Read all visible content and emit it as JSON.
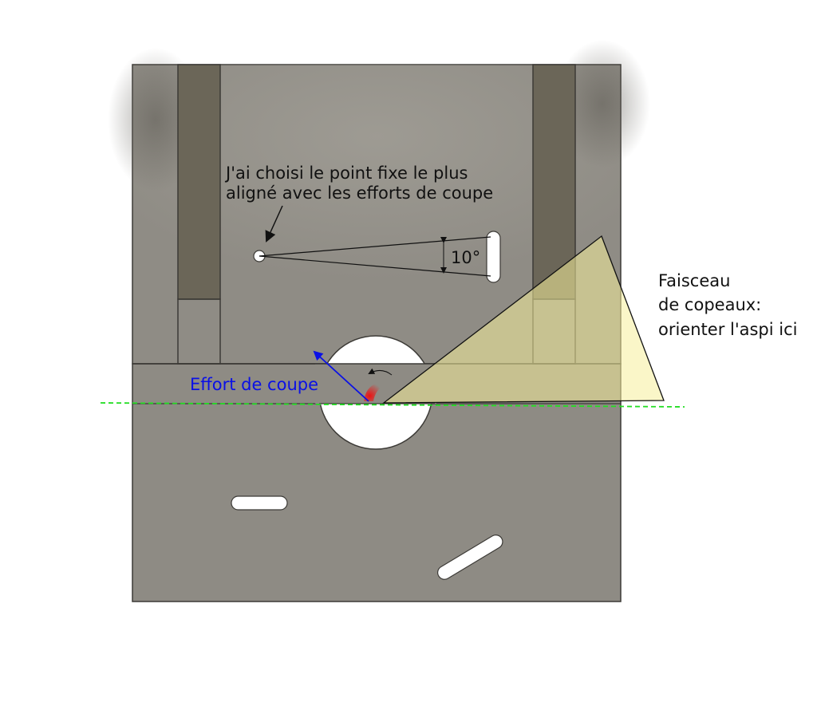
{
  "annotations": {
    "pivot_note_line1": "J'ai choisi le point fixe le plus",
    "pivot_note_line2": "aligné avec les efforts de coupe",
    "angle_label": "10°",
    "chip_line1": "Faisceau",
    "chip_line2": "de copeaux:",
    "chip_line3": "orienter l'aspi ici",
    "force_label": "Effort de coupe"
  },
  "colors": {
    "plate": "#8e8b84",
    "upper_plate": "#8f8c85",
    "rail": "#6b6658",
    "outline": "#3c3a36",
    "force_arrow": "#0a10e6",
    "cut_line": "#22dd22",
    "chip_fill": "#f6ee9a",
    "blade_mark": "#ee1111"
  }
}
